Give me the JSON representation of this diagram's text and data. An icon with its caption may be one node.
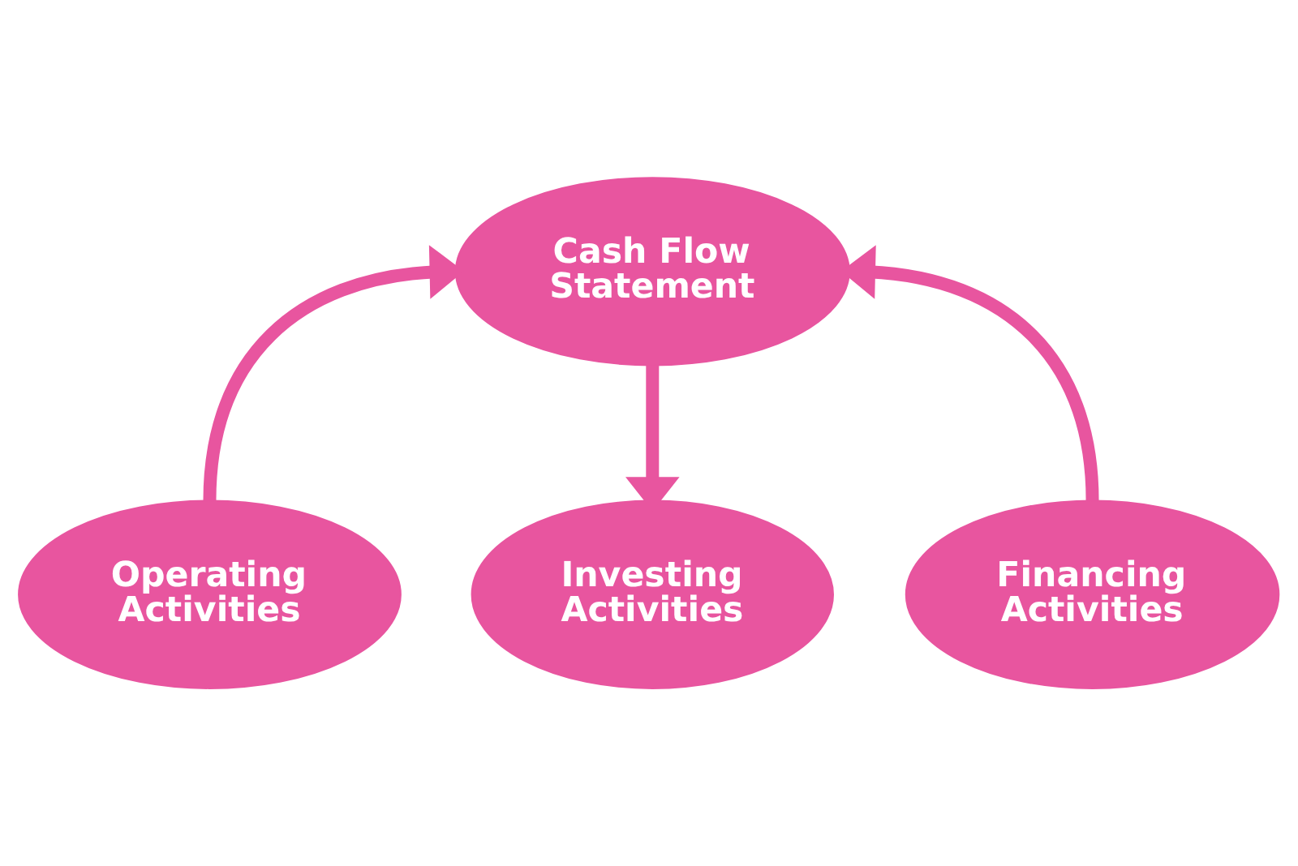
{
  "diagram": {
    "nodes": [
      {
        "text": [
          "Cash Flow Statement"
        ]
      },
      {
        "text": [
          "Operating Activities"
        ]
      },
      {
        "text": [
          "Investing Activities"
        ]
      },
      {
        "text": [
          "Financing Activities"
        ]
      }
    ],
    "edges": [
      {
        "from": 1,
        "to": 0,
        "arrow": "to"
      },
      {
        "from": 0,
        "to": 2,
        "arrow": "to"
      },
      {
        "from": 3,
        "to": 0,
        "arrow": "to"
      }
    ]
  }
}
